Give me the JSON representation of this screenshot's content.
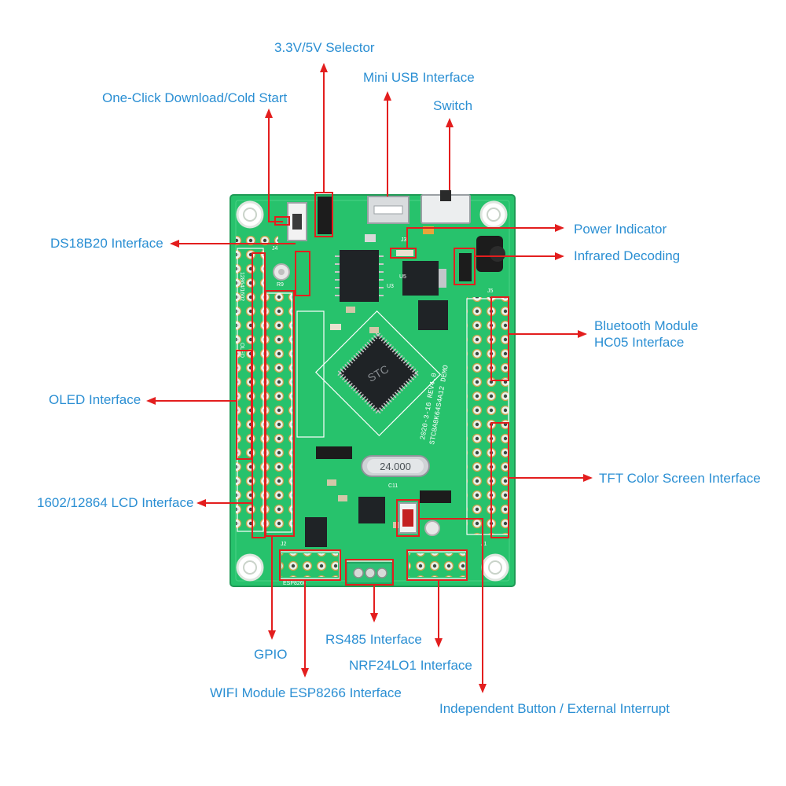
{
  "colors": {
    "label_text": "#2b8fd3",
    "annotation_arrow": "#e31e1e",
    "pcb_green": "#27c26c",
    "silkscreen": "#ffffff",
    "chip": "#1f2326",
    "crystal_metal": "#cfd3d6"
  },
  "labels": {
    "selector": "3.3V/5V Selector",
    "usb": "Mini USB Interface",
    "download": "One-Click Download/Cold Start",
    "switch": "Switch",
    "ds18b20": "DS18B20 Interface",
    "power": "Power Indicator",
    "infrared": "Infrared Decoding",
    "bluetooth": [
      "Bluetooth Module",
      "HC05 Interface"
    ],
    "oled": "OLED Interface",
    "tft": "TFT Color Screen Interface",
    "lcd": "1602/12864 LCD Interface",
    "rs485": "RS485 Interface",
    "gpio": "GPIO",
    "nrf": "NRF24LO1 Interface",
    "wifi": "WIFI Module ESP8266 Interface",
    "button": "Independent Button / External Interrupt"
  },
  "board": {
    "crystal_text": "24.000",
    "chip_marking": "STC",
    "version_text": "2020-3-16 REV4.0",
    "model_text": "STC8A8K64S4A12 DEMO",
    "silk_labels": [
      "OLED",
      "12864/1602",
      "ESP8266",
      "J1",
      "J2",
      "J3",
      "J4",
      "J5",
      "C11",
      "U3",
      "U5",
      "R9"
    ]
  }
}
